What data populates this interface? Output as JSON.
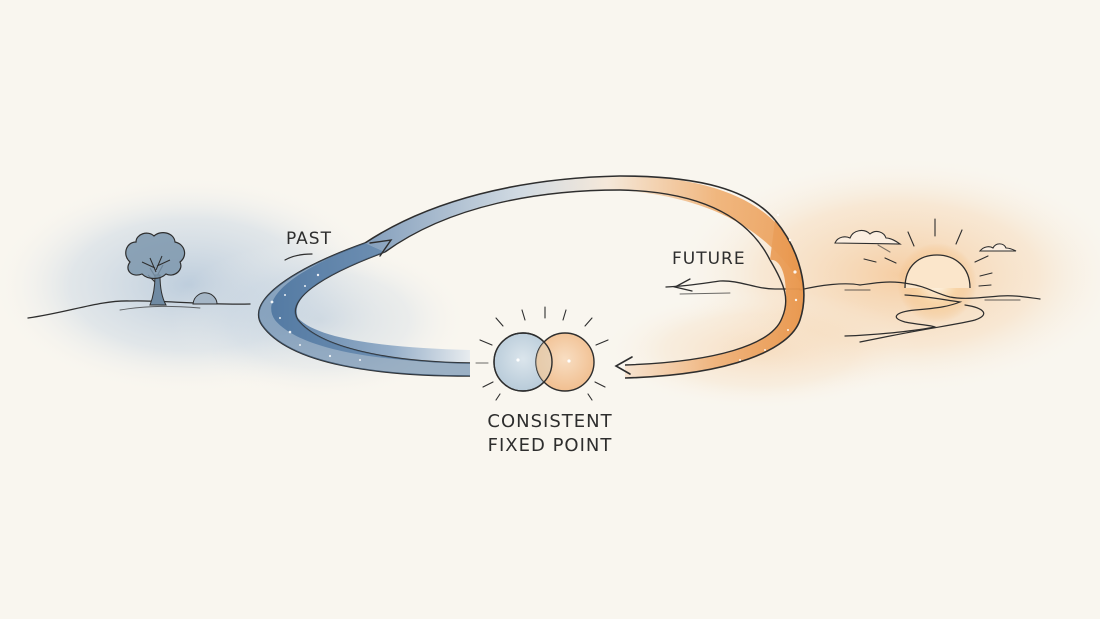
{
  "diagram": {
    "title": "Consistent Fixed Point time loop",
    "labels": {
      "past": "PAST",
      "future": "FUTURE",
      "fixed_point_line1": "CONSISTENT",
      "fixed_point_line2": "FIXED POINT"
    },
    "nodes": [
      {
        "id": "past",
        "label": "PAST",
        "scene": "tree on a hill with a small rock",
        "color": "#5b7fa6"
      },
      {
        "id": "future",
        "label": "FUTURE",
        "scene": "rising sun over hills with a winding river and clouds",
        "color": "#e8954a"
      },
      {
        "id": "fixed-point",
        "label": "CONSISTENT FIXED POINT",
        "shape": "two overlapping circles (blue and orange)"
      }
    ],
    "edges": [
      {
        "from": "fixed-point",
        "to": "past",
        "style": "blue band looping left"
      },
      {
        "from": "past",
        "to": "future",
        "style": "band arching over the top, blue fading to orange"
      },
      {
        "from": "future",
        "to": "fixed-point",
        "style": "orange band returning to the fixed point with arrowhead"
      },
      {
        "from": "future-horizon",
        "to": "left",
        "style": "thin arrow pointing left under FUTURE"
      }
    ],
    "colors": {
      "background": "#f9f6ef",
      "past_blue": "#5b7fa6",
      "future_orange": "#e8954a",
      "ink": "#2e2e2e"
    }
  }
}
